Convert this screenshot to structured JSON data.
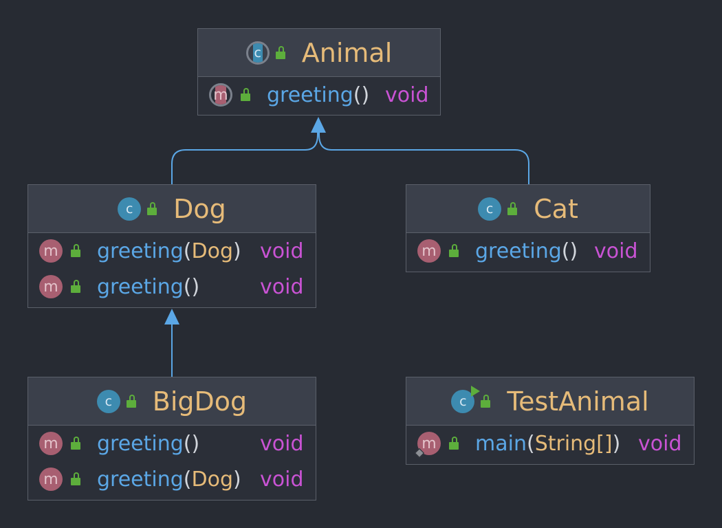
{
  "classes": {
    "animal": {
      "name": "Animal",
      "class_icon": "abstract-class-icon",
      "methods": [
        {
          "name": "greeting",
          "params": "",
          "return": "void",
          "icon": "abstract-method-icon"
        }
      ]
    },
    "dog": {
      "name": "Dog",
      "class_icon": "class-icon",
      "methods": [
        {
          "name": "greeting",
          "params": "Dog",
          "return": "void",
          "icon": "method-icon"
        },
        {
          "name": "greeting",
          "params": "",
          "return": "void",
          "icon": "method-icon"
        }
      ]
    },
    "cat": {
      "name": "Cat",
      "class_icon": "class-icon",
      "methods": [
        {
          "name": "greeting",
          "params": "",
          "return": "void",
          "icon": "method-icon"
        }
      ]
    },
    "bigdog": {
      "name": "BigDog",
      "class_icon": "class-icon",
      "methods": [
        {
          "name": "greeting",
          "params": "",
          "return": "void",
          "icon": "method-icon"
        },
        {
          "name": "greeting",
          "params": "Dog",
          "return": "void",
          "icon": "method-icon"
        }
      ]
    },
    "testanimal": {
      "name": "TestAnimal",
      "class_icon": "runnable-class-icon",
      "methods": [
        {
          "name": "main",
          "params": "String[]",
          "return": "void",
          "icon": "static-method-icon"
        }
      ]
    }
  },
  "glyphs": {
    "class": "c",
    "method": "m",
    "open_paren": "(",
    "close_paren": ")"
  },
  "edges": [
    {
      "from": "Dog",
      "to": "Animal",
      "type": "generalization"
    },
    {
      "from": "Cat",
      "to": "Animal",
      "type": "generalization"
    },
    {
      "from": "BigDog",
      "to": "Dog",
      "type": "generalization"
    }
  ],
  "colors": {
    "background": "#272b33",
    "header": "#3b404b",
    "class_name": "#e6bb79",
    "method_name": "#5ba7e6",
    "return_type": "#c953d4",
    "class_icon": "#3d8bb0",
    "method_icon": "#a85f71",
    "lock": "#5dae3c",
    "edge": "#5ba7e6"
  }
}
